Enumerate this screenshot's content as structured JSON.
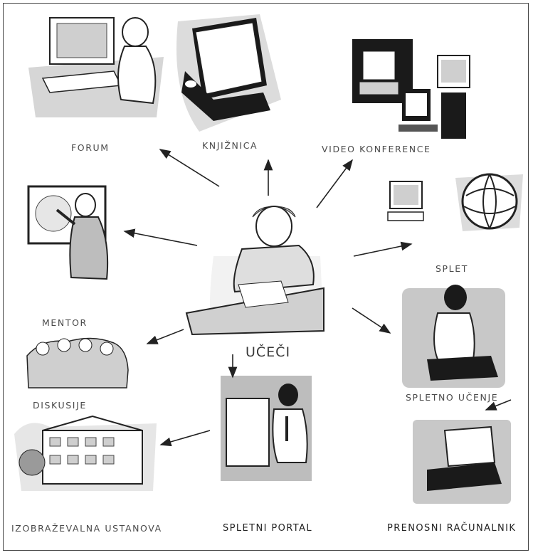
{
  "center": {
    "label": "UČEČI"
  },
  "nodes": {
    "forum": "FORUM",
    "knjiznica": "KNJIŽNICA",
    "video": "VIDEO KONFERENCE",
    "splet": "SPLET",
    "mentor": "MENTOR",
    "diskusije": "DISKUSIJE",
    "spletno_ucenje": "SPLETNO UČENJE",
    "izobrazevalna": "IZOBRAŽEVALNA USTANOVA",
    "spletni_portal": "SPLETNI PORTAL",
    "prenosni": "PRENOSNI RAČUNALNIK"
  }
}
